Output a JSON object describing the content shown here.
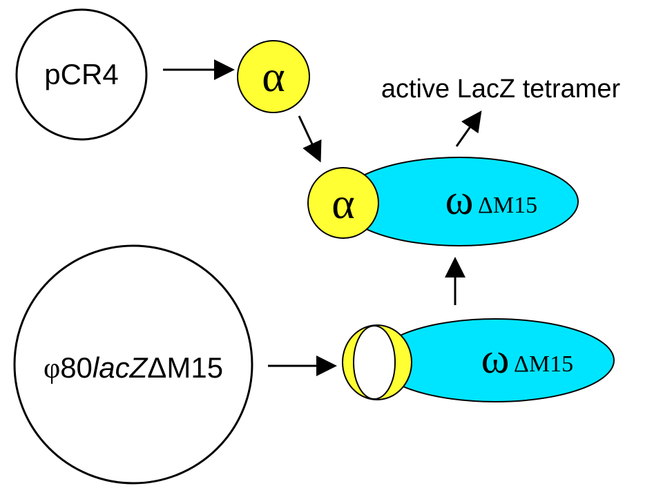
{
  "colors": {
    "alpha_fill": "#ffff33",
    "omega_fill": "#00e5ff",
    "outline": "#000000",
    "background": "#ffffff"
  },
  "labels": {
    "plasmid": "pCR4",
    "active_tetramer": "active LacZ tetramer",
    "phage_prefix": "φ",
    "phage_number": "80",
    "phage_gene": "lacZ",
    "phage_delta": "Δ",
    "phage_suffix": "M15",
    "alpha_top": "α",
    "alpha_complex": "α",
    "omega_complex": "ω",
    "omega_complex_mutation": "ΔM15",
    "omega_lower": "ω",
    "omega_lower_mutation": "ΔM15"
  }
}
